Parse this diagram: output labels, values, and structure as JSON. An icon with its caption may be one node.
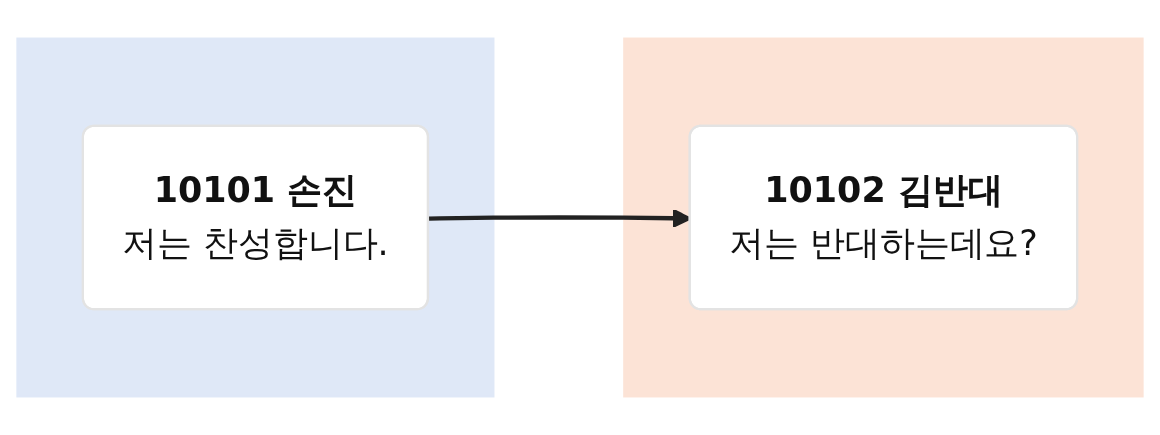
{
  "diagram": {
    "nodes": [
      {
        "text": [],
        "shape": "box"
      },
      {
        "text": [
          "10101 손진",
          "저는 찬성합니다."
        ],
        "in": 0
      },
      {
        "text": [],
        "shape": "box"
      },
      {
        "text": [
          "10102 김반대",
          "저는 반대하는데요?"
        ],
        "in": 2
      }
    ],
    "edges": [
      {
        "from": 1,
        "to": 3,
        "arrow": "to"
      }
    ]
  }
}
